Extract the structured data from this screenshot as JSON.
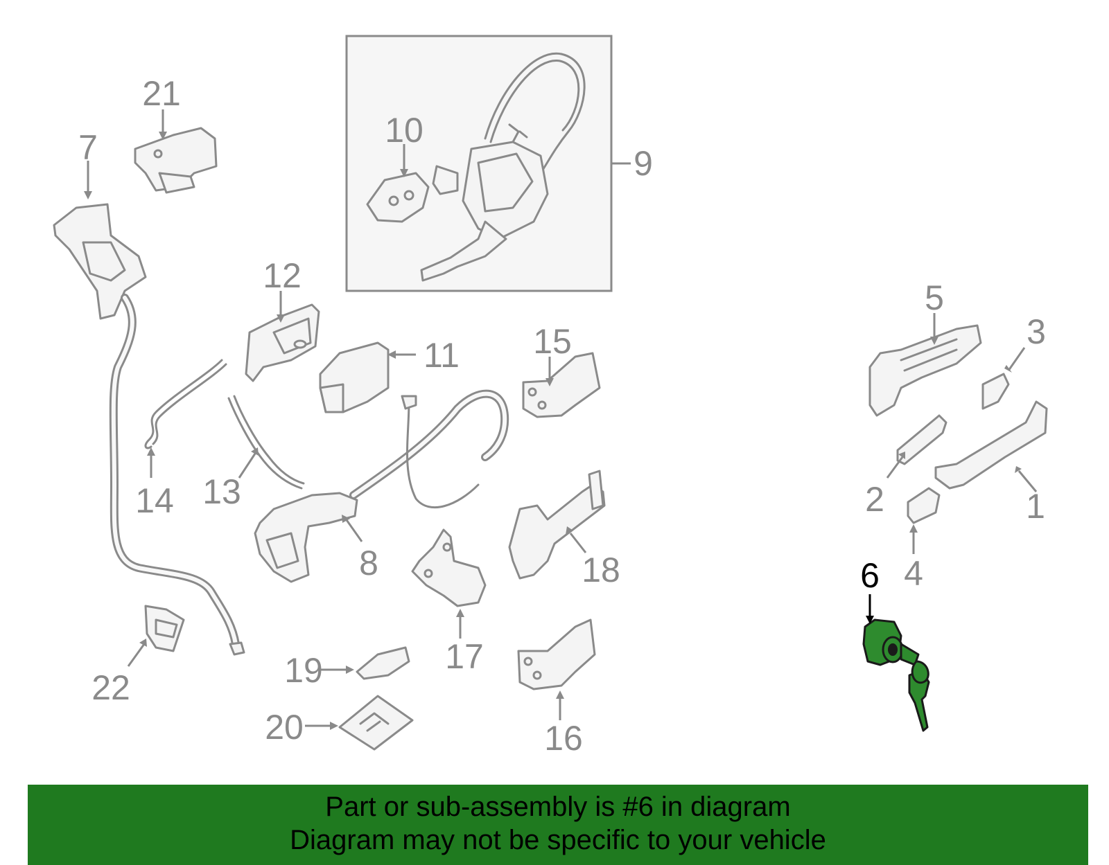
{
  "callouts": {
    "c1": "1",
    "c2": "2",
    "c3": "3",
    "c4": "4",
    "c5": "5",
    "c6": "6",
    "c7": "7",
    "c8": "8",
    "c9": "9",
    "c10": "10",
    "c11": "11",
    "c12": "12",
    "c13": "13",
    "c14": "14",
    "c15": "15",
    "c16": "16",
    "c17": "17",
    "c18": "18",
    "c19": "19",
    "c20": "20",
    "c21": "21",
    "c22": "22"
  },
  "highlight_part": "6",
  "colors": {
    "line_gray": "#8a8a8a",
    "highlight_green": "#2e8b2e",
    "banner_green": "#1f7a1f"
  },
  "banner": {
    "line1": "Part or sub-assembly is #6 in diagram",
    "line2": "Diagram may not be specific to your vehicle"
  }
}
